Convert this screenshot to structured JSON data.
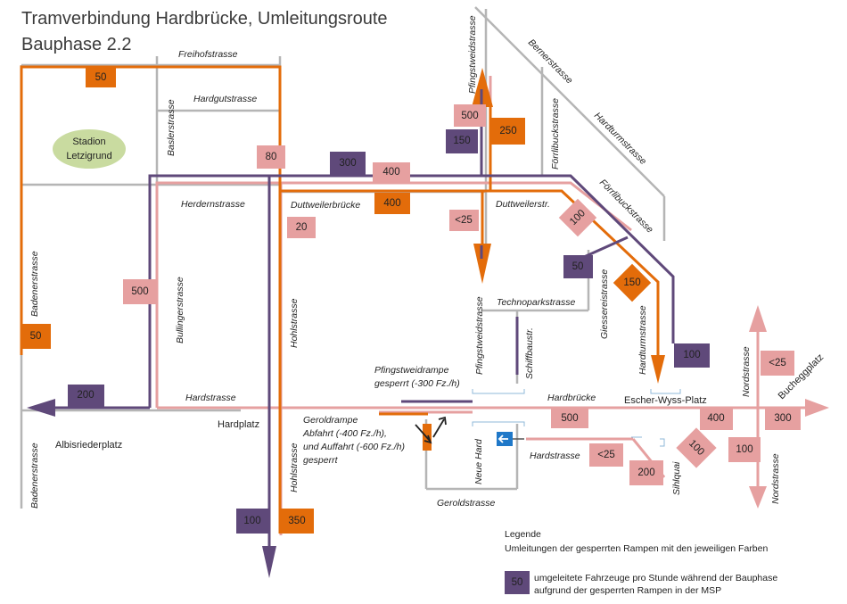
{
  "title": {
    "line1": "Tramverbindung Hardbrücke, Umleitungsroute",
    "line2": "Bauphase 2.2"
  },
  "colors": {
    "orange": "#e36c0a",
    "pink": "#e6a0a0",
    "purple": "#5f497a",
    "gray": "#b5b5b5",
    "green": "#c9dba0",
    "blue": "#1f78c8"
  },
  "places": {
    "stadion_line1": "Stadion",
    "stadion_line2": "Letzigrund",
    "hardplatz": "Hardplatz",
    "albisriederplatz": "Albisriederplatz",
    "escher_wyss": "Escher-Wyss-Platz",
    "hardbruecke": "Hardbrücke",
    "bucheggplatz": "Bucheggplatz"
  },
  "streets": {
    "freihofstrasse": "Freihofstrasse",
    "hardgutstrasse": "Hardgutstrasse",
    "baslerstrasse": "Baslerstrasse",
    "herdernstrasse": "Herdernstrasse",
    "duttweilerbruecke": "Duttweilerbrücke",
    "badenerstrasse_top": "Badenerstrasse",
    "badenerstrasse_bottom": "Badenerstrasse",
    "bullingerstrasse": "Bullingerstrasse",
    "hohlstrasse_top": "Hohlstrasse",
    "hohlstrasse_bottom": "Hohlstrasse",
    "hardstrasse_left": "Hardstrasse",
    "hardstrasse_right": "Hardstrasse",
    "pfingstweidstrasse_top": "Pfingstweidstrasse",
    "pfingstweidstrasse_bottom": "Pfingstweidstrasse",
    "foerrlibuckstrasse_top": "Förrlibuckstrasse",
    "foerrlibuckstrasse_diag": "Förrlibuckstrasse",
    "bernerstrasse": "Bernerstrasse",
    "hardturmstrasse_top": "Hardturmstrasse",
    "hardturmstrasse_mid": "Hardturmstrasse",
    "duttweilerstr": "Duttweilerstr.",
    "technoparkstrasse": "Technoparkstrasse",
    "schiffbaustr": "Schiffbaustr.",
    "giessereistrasse": "Giessereistrasse",
    "nordstrasse_top": "Nordstrasse",
    "nordstrasse_bottom": "Nordstrasse",
    "sihlquai": "Sihlquai",
    "neue_hard": "Neue Hard",
    "geroldstrasse": "Geroldstrasse"
  },
  "notes": {
    "pfingstweidrampe_line1": "Pfingstweidrampe",
    "pfingstweidrampe_line2": "gesperrt (-300 Fz./h)",
    "geroldrampe_line1": "Geroldrampe",
    "geroldrampe_line2": "Abfahrt (-400 Fz./h),",
    "geroldrampe_line3": "und Auffahrt (-600 Fz./h)",
    "geroldrampe_line4": "gesperrt"
  },
  "flow_values": {
    "freihof_50": "50",
    "hohl_80": "80",
    "dutt_300": "300",
    "dutt_400_pink": "400",
    "dutt_400_orange": "400",
    "dutt_20": "20",
    "pfing_500": "500",
    "pfing_250": "250",
    "pfing_150": "150",
    "pfing_lt25": "<25",
    "foerr_100": "100",
    "giess_50": "50",
    "giess_150": "150",
    "west_500": "500",
    "baden_50": "50",
    "baden_200": "200",
    "hardturm_100": "100",
    "hardb_500": "500",
    "hardb_400": "400",
    "hardb_300": "300",
    "nord_lt25": "<25",
    "nord_100": "100",
    "sihl_100": "100",
    "hardstr_lt25": "<25",
    "sihl_200": "200",
    "hohl_100": "100",
    "hohl_350": "350"
  },
  "legend": {
    "title": "Legende",
    "line1": "Umleitungen der gesperrten Rampen mit den jeweiligen Farben",
    "sample_value": "50",
    "desc_line1": "umgeleitete Fahrzeuge pro Stunde während der Bauphase",
    "desc_line2": "aufgrund der gesperrten Rampen in der MSP"
  }
}
